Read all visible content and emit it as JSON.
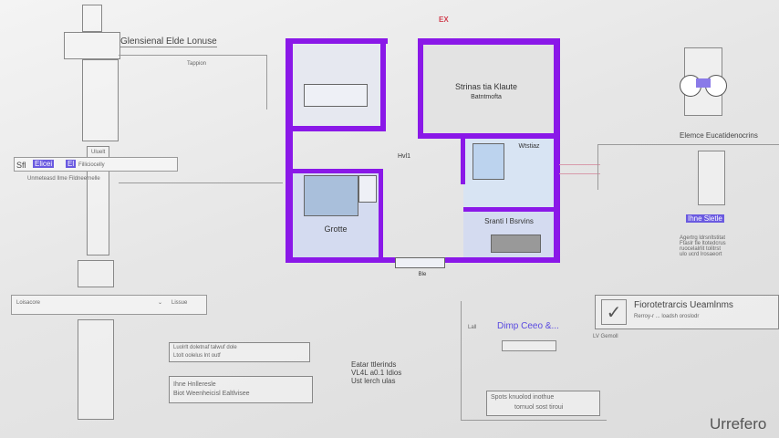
{
  "left": {
    "title": "Glensienal Elde Lonuse",
    "sub": "Tappion",
    "tag_code": "Sfl",
    "tag_highlight": "Elicei",
    "tag_code2": "El",
    "tag_label": "Filliciocelly",
    "tag_top": "Uluelt",
    "tag_sub": "Unmeteasd Ilme Fildneernelle",
    "dropdown_value": "Loisacore",
    "dropdown_button": "Lissue"
  },
  "plan": {
    "marker": "EX",
    "room_top_right": "Strinas tia Klaute",
    "room_top_right_sub": "Batntmofta",
    "hall": "Hvl1",
    "room_left": "Grotte",
    "room_mid_right": "Wtstiaz",
    "room_bottom_right": "Sranti I Bsrvins",
    "entry": "Ble"
  },
  "right": {
    "title": "Elemce Eucatidenocrins",
    "highlight": "Ihne Sletle",
    "desc": [
      "Agertrg ldrsnltstitat",
      "Ftaslr tle ltotedcrus",
      "ruocelalrlit tolitrst",
      "ulo ucrd lrosaeort"
    ]
  },
  "bottom": {
    "note1": [
      "Luolrlt doletnaf talwuf dole",
      "Ltolt oolelus lnt outf"
    ],
    "note2": [
      "Ihne Hnlleresle",
      "Biot Weenheicisl Ealtlvisee"
    ],
    "note3": [
      "Eatar ttlerinds",
      "VL4L a0.1 Idios",
      "Ust lerch ulas"
    ],
    "dimp": "Dimp Ceeo &...",
    "dimp_prefix": "Lall",
    "spots": [
      "Spots knuolod inothue",
      "tornuol sost tiroui"
    ],
    "foto_title": "Fiorotetrarcis Ueamlnms",
    "foto_sub": "Rerroy-r ... loadsh oroslodr",
    "foto_caption": "LV Gemoll",
    "logo": "Urrefero"
  },
  "colors": {
    "wall": "#8a18e8",
    "room": "#d4dbf0",
    "highlight": "#6a5ae0"
  }
}
